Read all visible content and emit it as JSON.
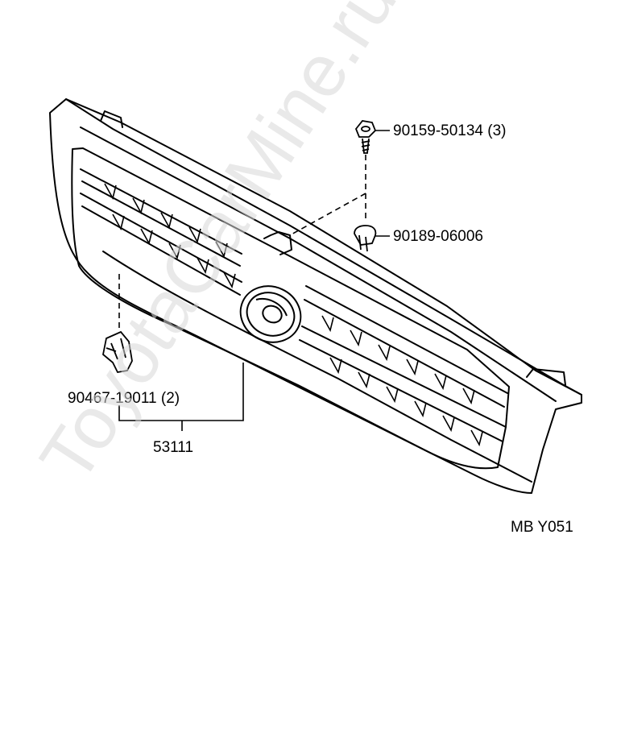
{
  "parts": {
    "screw": {
      "number": "90159-50134 (3)"
    },
    "clip_top": {
      "number": "90189-06006"
    },
    "retainer": {
      "number": "90467-19011 (2)"
    },
    "grille": {
      "number": "53111"
    }
  },
  "diagram_code": "MB Y051",
  "watermark": "ToyotaCarMine.ru"
}
